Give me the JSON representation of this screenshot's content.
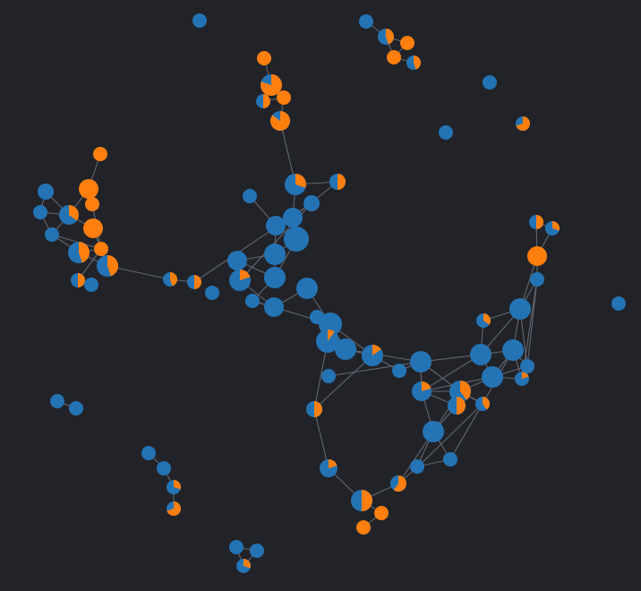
{
  "graph": {
    "colors": {
      "background": "#212329",
      "edge": "#6b6e78",
      "blue": "#2474b5",
      "orange": "#ff7f0e"
    },
    "nodes": [
      {
        "id": "a1",
        "orange": 0
      },
      {
        "id": "b1",
        "orange": 0
      },
      {
        "id": "b2",
        "orange": 0.45
      },
      {
        "id": "b3",
        "orange": 1
      },
      {
        "id": "b4",
        "orange": 1
      },
      {
        "id": "b5",
        "orange": 0.45
      },
      {
        "id": "c1",
        "orange": 0
      },
      {
        "id": "c2",
        "orange": 0
      },
      {
        "id": "d1",
        "orange": 0.7
      },
      {
        "id": "e1",
        "orange": 1
      },
      {
        "id": "e2",
        "orange": 0.8
      },
      {
        "id": "e3",
        "orange": 0.5
      },
      {
        "id": "e4",
        "orange": 1
      },
      {
        "id": "e5",
        "orange": 0.85
      },
      {
        "id": "f1",
        "orange": 1
      },
      {
        "id": "f2",
        "orange": 0
      },
      {
        "id": "f3",
        "orange": 1
      },
      {
        "id": "f4",
        "orange": 1
      },
      {
        "id": "f5",
        "orange": 0
      },
      {
        "id": "f6",
        "orange": 0.35
      },
      {
        "id": "f7",
        "orange": 1
      },
      {
        "id": "f8",
        "orange": 0
      },
      {
        "id": "f9",
        "orange": 1
      },
      {
        "id": "f10",
        "orange": 0.45
      },
      {
        "id": "f11",
        "orange": 0.45
      },
      {
        "id": "f12",
        "orange": 0.5
      },
      {
        "id": "f13",
        "orange": 0
      },
      {
        "id": "g1",
        "orange": 0.45
      },
      {
        "id": "g2",
        "orange": 0.5
      },
      {
        "id": "g3",
        "orange": 0
      },
      {
        "id": "h1",
        "orange": 0.3
      },
      {
        "id": "h2",
        "orange": 0.5
      },
      {
        "id": "h3",
        "orange": 0
      },
      {
        "id": "h4",
        "orange": 0
      },
      {
        "id": "h5",
        "orange": 0
      },
      {
        "id": "h6",
        "orange": 0
      },
      {
        "id": "h7",
        "orange": 0
      },
      {
        "id": "h8",
        "orange": 0
      },
      {
        "id": "h9",
        "orange": 0
      },
      {
        "id": "h10",
        "orange": 0.2
      },
      {
        "id": "h11",
        "orange": 0
      },
      {
        "id": "h12",
        "orange": 0
      },
      {
        "id": "h13",
        "orange": 0
      },
      {
        "id": "h14",
        "orange": 0
      },
      {
        "id": "h15",
        "orange": 0
      },
      {
        "id": "h16",
        "orange": 0
      },
      {
        "id": "i1",
        "orange": 0
      },
      {
        "id": "i2",
        "orange": 0.1
      },
      {
        "id": "i3",
        "orange": 0
      },
      {
        "id": "i4",
        "orange": 0.15
      },
      {
        "id": "i5",
        "orange": 0
      },
      {
        "id": "i6",
        "orange": 0
      },
      {
        "id": "i7",
        "orange": 0
      },
      {
        "id": "j1",
        "orange": 0.5
      },
      {
        "id": "j2",
        "orange": 0.2
      },
      {
        "id": "j3",
        "orange": 0.5
      },
      {
        "id": "j4",
        "orange": 1
      },
      {
        "id": "j5",
        "orange": 1
      },
      {
        "id": "j6",
        "orange": 0.6
      },
      {
        "id": "k1",
        "orange": 0.2
      },
      {
        "id": "k2",
        "orange": 0.4
      },
      {
        "id": "k3",
        "orange": 0.5
      },
      {
        "id": "k4",
        "orange": 0
      },
      {
        "id": "k5",
        "orange": 0
      },
      {
        "id": "k6",
        "orange": 0
      },
      {
        "id": "k7",
        "orange": 0
      },
      {
        "id": "k8",
        "orange": 0
      },
      {
        "id": "k9",
        "orange": 0
      },
      {
        "id": "k10",
        "orange": 0.25
      },
      {
        "id": "k11",
        "orange": 0.35
      },
      {
        "id": "k12",
        "orange": 0.4
      },
      {
        "id": "k13",
        "orange": 0.25
      },
      {
        "id": "k14",
        "orange": 0
      },
      {
        "id": "k15",
        "orange": 0
      },
      {
        "id": "k16",
        "orange": 0.2
      },
      {
        "id": "k17",
        "orange": 0
      },
      {
        "id": "k18",
        "orange": 0
      },
      {
        "id": "k19",
        "orange": 0
      },
      {
        "id": "k20",
        "orange": 1
      },
      {
        "id": "k21",
        "orange": 0.5
      },
      {
        "id": "k22",
        "orange": 0.3
      },
      {
        "id": "l1",
        "orange": 0
      },
      {
        "id": "l2",
        "orange": 0
      },
      {
        "id": "m1",
        "orange": 0
      },
      {
        "id": "m2",
        "orange": 0
      },
      {
        "id": "m3",
        "orange": 0.3
      },
      {
        "id": "m4",
        "orange": 0.7
      },
      {
        "id": "n1",
        "orange": 0
      },
      {
        "id": "n2",
        "orange": 0
      },
      {
        "id": "n3",
        "orange": 0.3
      },
      {
        "id": "o1",
        "orange": 0
      }
    ],
    "edges": [
      [
        "b1",
        "b2"
      ],
      [
        "b2",
        "b3"
      ],
      [
        "b2",
        "b4"
      ],
      [
        "b4",
        "b5"
      ],
      [
        "b3",
        "b4"
      ],
      [
        "e1",
        "e2"
      ],
      [
        "e2",
        "e3"
      ],
      [
        "e2",
        "e4"
      ],
      [
        "e3",
        "e4"
      ],
      [
        "e4",
        "e5"
      ],
      [
        "e5",
        "h1"
      ],
      [
        "f1",
        "f3"
      ],
      [
        "f2",
        "f6"
      ],
      [
        "f3",
        "f4"
      ],
      [
        "f3",
        "f6"
      ],
      [
        "f2",
        "f5"
      ],
      [
        "f5",
        "f6"
      ],
      [
        "f4",
        "f9"
      ],
      [
        "f6",
        "f7"
      ],
      [
        "f7",
        "f9"
      ],
      [
        "f5",
        "f8"
      ],
      [
        "f8",
        "f9"
      ],
      [
        "f9",
        "f10"
      ],
      [
        "f8",
        "f10"
      ],
      [
        "f7",
        "f11"
      ],
      [
        "f9",
        "f11"
      ],
      [
        "f10",
        "f11"
      ],
      [
        "f9",
        "f12"
      ],
      [
        "f12",
        "f13"
      ],
      [
        "f6",
        "f8"
      ],
      [
        "f11",
        "g1"
      ],
      [
        "g1",
        "g2"
      ],
      [
        "g2",
        "h4"
      ],
      [
        "h1",
        "h2"
      ],
      [
        "h1",
        "h5"
      ],
      [
        "h2",
        "h5"
      ],
      [
        "h3",
        "h6"
      ],
      [
        "h5",
        "h6"
      ],
      [
        "h5",
        "h7"
      ],
      [
        "h6",
        "h7"
      ],
      [
        "h6",
        "h8"
      ],
      [
        "h7",
        "h8"
      ],
      [
        "h7",
        "h11"
      ],
      [
        "h8",
        "h11"
      ],
      [
        "h8",
        "h9"
      ],
      [
        "h9",
        "h11"
      ],
      [
        "h9",
        "h10"
      ],
      [
        "h4",
        "h10"
      ],
      [
        "h10",
        "h13"
      ],
      [
        "h11",
        "h12"
      ],
      [
        "h12",
        "h13"
      ],
      [
        "h13",
        "h14"
      ],
      [
        "h13",
        "i1"
      ],
      [
        "h16",
        "h13"
      ],
      [
        "i1",
        "i2"
      ],
      [
        "i1",
        "i3"
      ],
      [
        "i2",
        "i3"
      ],
      [
        "i1",
        "i4"
      ],
      [
        "i3",
        "i4"
      ],
      [
        "i4",
        "i5"
      ],
      [
        "i4",
        "j1"
      ],
      [
        "j1",
        "j2"
      ],
      [
        "i3",
        "i6"
      ],
      [
        "i5",
        "i6"
      ],
      [
        "i6",
        "k1"
      ],
      [
        "i6",
        "k2"
      ],
      [
        "i7",
        "i6"
      ],
      [
        "j2",
        "j3"
      ],
      [
        "j3",
        "j4"
      ],
      [
        "j4",
        "j5"
      ],
      [
        "j3",
        "j6"
      ],
      [
        "j6",
        "k9"
      ],
      [
        "j6",
        "k10"
      ],
      [
        "k1",
        "k2"
      ],
      [
        "k2",
        "k3"
      ],
      [
        "k1",
        "k3"
      ],
      [
        "k2",
        "k4"
      ],
      [
        "k3",
        "k4"
      ],
      [
        "k4",
        "k5"
      ],
      [
        "k5",
        "k9"
      ],
      [
        "k6",
        "k9"
      ],
      [
        "k1",
        "k7"
      ],
      [
        "k7",
        "k8"
      ],
      [
        "k8",
        "k17"
      ],
      [
        "k7",
        "k15"
      ],
      [
        "k2",
        "k12"
      ],
      [
        "k12",
        "k13"
      ],
      [
        "k2",
        "k13"
      ],
      [
        "k13",
        "k14"
      ],
      [
        "k13",
        "k9"
      ],
      [
        "k15",
        "k16"
      ],
      [
        "k16",
        "k17"
      ],
      [
        "k17",
        "k18"
      ],
      [
        "k17",
        "k19"
      ],
      [
        "k16",
        "k19"
      ],
      [
        "k18",
        "k19"
      ],
      [
        "k15",
        "k12"
      ],
      [
        "k19",
        "k20"
      ],
      [
        "k20",
        "k21"
      ],
      [
        "k21",
        "k22"
      ],
      [
        "l1",
        "l2"
      ],
      [
        "m1",
        "m2"
      ],
      [
        "m2",
        "m3"
      ],
      [
        "m3",
        "m4"
      ],
      [
        "n1",
        "n2"
      ],
      [
        "n1",
        "n3"
      ],
      [
        "n2",
        "n3"
      ]
    ]
  }
}
